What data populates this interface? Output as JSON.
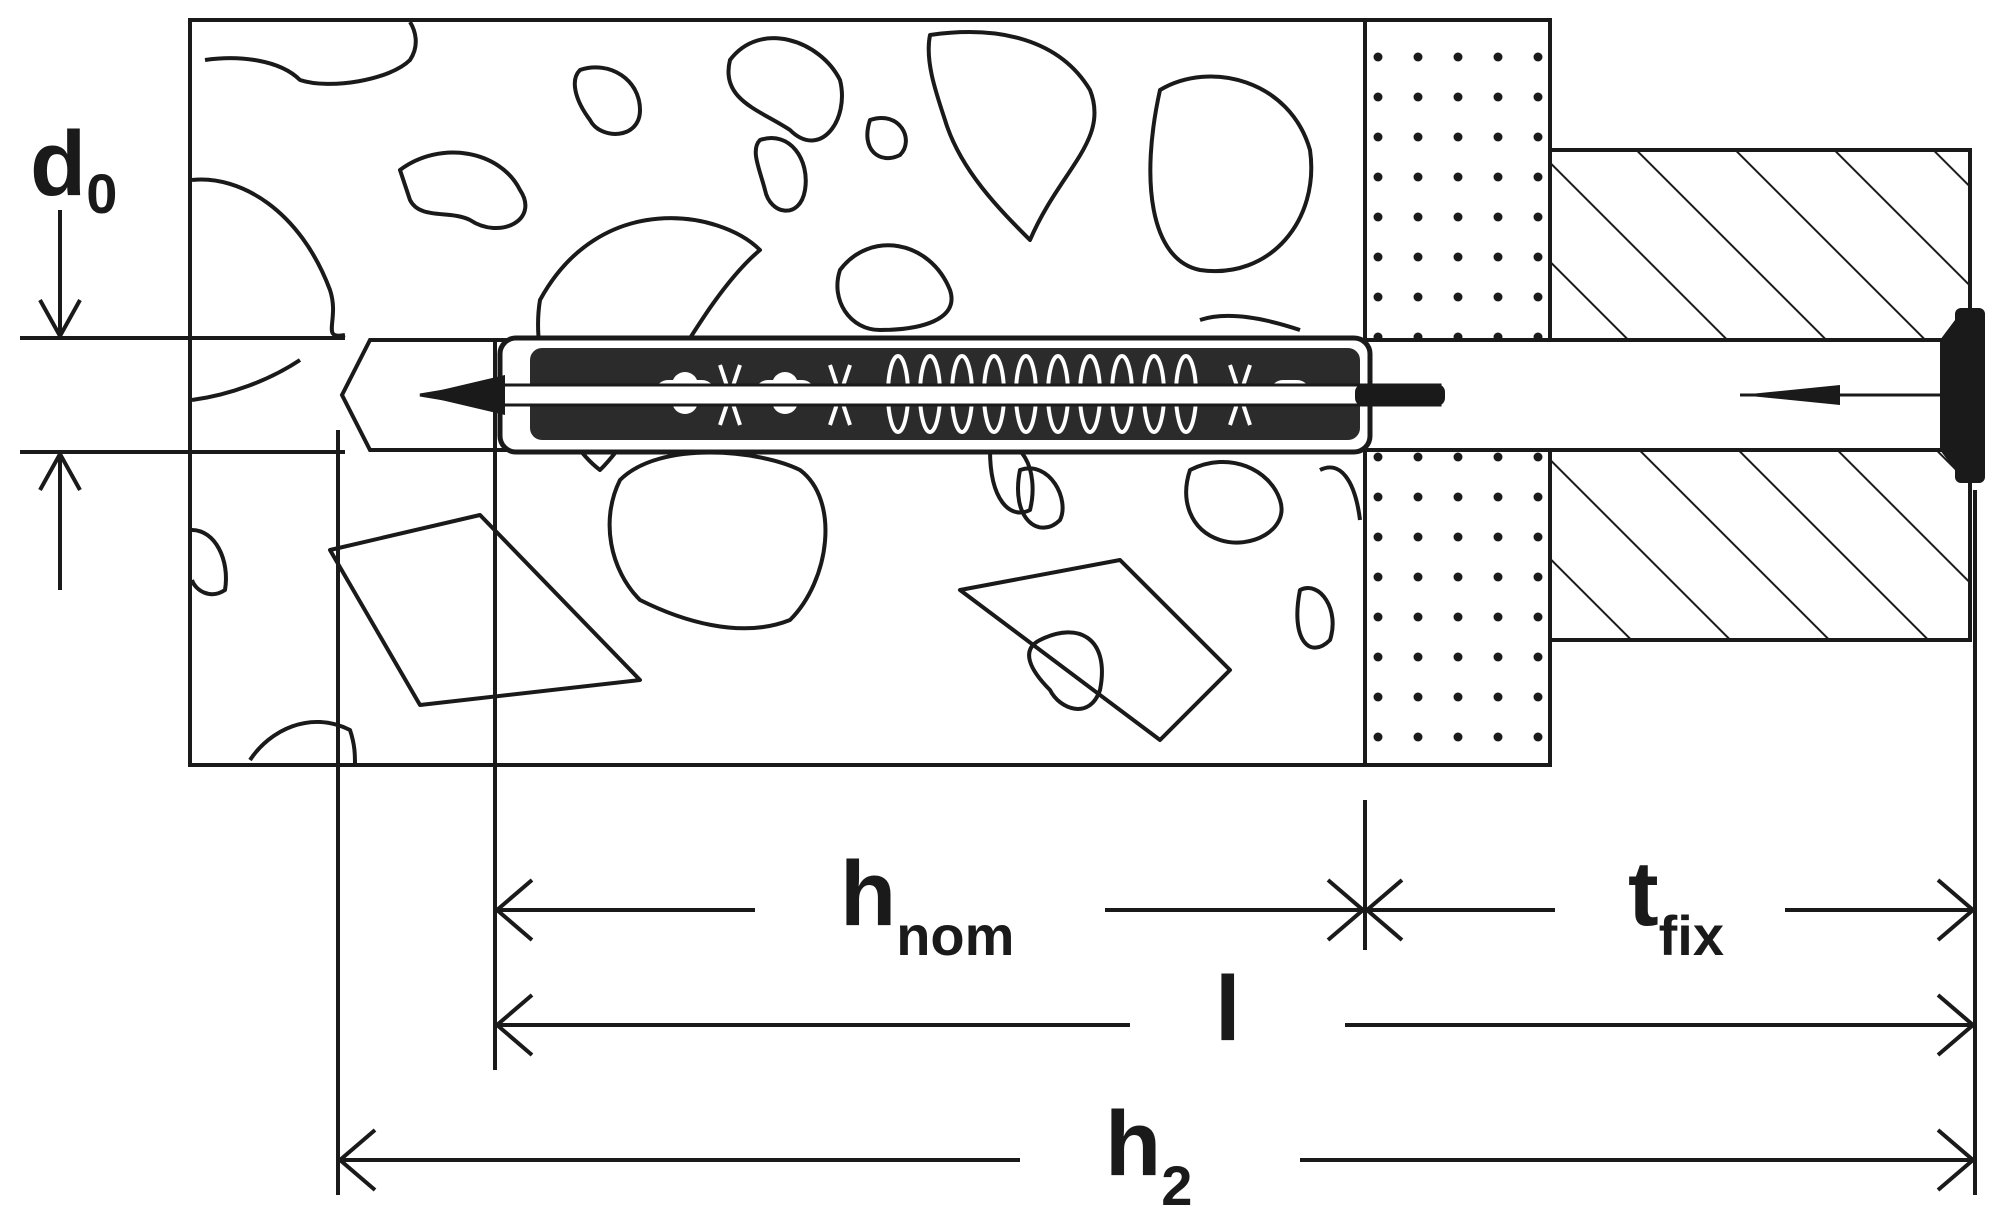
{
  "labels": {
    "d0_main": "d",
    "d0_sub": "0",
    "hnom_main": "h",
    "hnom_sub": "nom",
    "tfix_main": "t",
    "tfix_sub": "fix",
    "l_main": "l",
    "h2_main": "h",
    "h2_sub": "2"
  },
  "colors": {
    "ink": "#1a1a1a",
    "background": "#ffffff"
  }
}
